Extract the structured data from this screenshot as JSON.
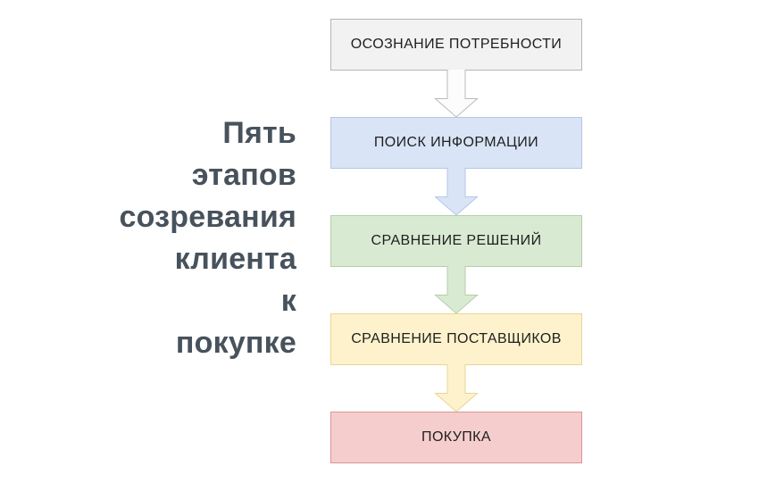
{
  "background": "#ffffff",
  "title": {
    "text": "Пять этапов созревания клиента к покупке",
    "color": "#47525c",
    "lines": [
      "Пять",
      "этапов",
      "созревания",
      "клиента",
      "к",
      "покупке"
    ]
  },
  "diagram": {
    "type": "vertical-flowchart",
    "box_text_color": "#1f1f1f",
    "stages": [
      {
        "label": "ОСОЗНАНИЕ ПОТРЕБНОСТИ",
        "fill": "#f2f2f2",
        "border": "#b5b5b5",
        "arrow_fill": "#fcfcfc",
        "arrow_border": "#bababa"
      },
      {
        "label": "ПОИСК ИНФОРМАЦИИ",
        "fill": "#d9e4f6",
        "border": "#b4c7e7",
        "arrow_fill": "#d9e4f6",
        "arrow_border": "#b4c7e7"
      },
      {
        "label": "СРАВНЕНИЕ РЕШЕНИЙ",
        "fill": "#d9ead3",
        "border": "#b5cfa4",
        "arrow_fill": "#d9ead3",
        "arrow_border": "#b5cfa4"
      },
      {
        "label": "СРАВНЕНИЕ ПОСТАВЩИКОВ",
        "fill": "#fdf2cc",
        "border": "#e9d592",
        "arrow_fill": "#fdf2cc",
        "arrow_border": "#e9d592"
      },
      {
        "label": "ПОКУПКА",
        "fill": "#f6cdcd",
        "border": "#da9694"
      }
    ]
  }
}
